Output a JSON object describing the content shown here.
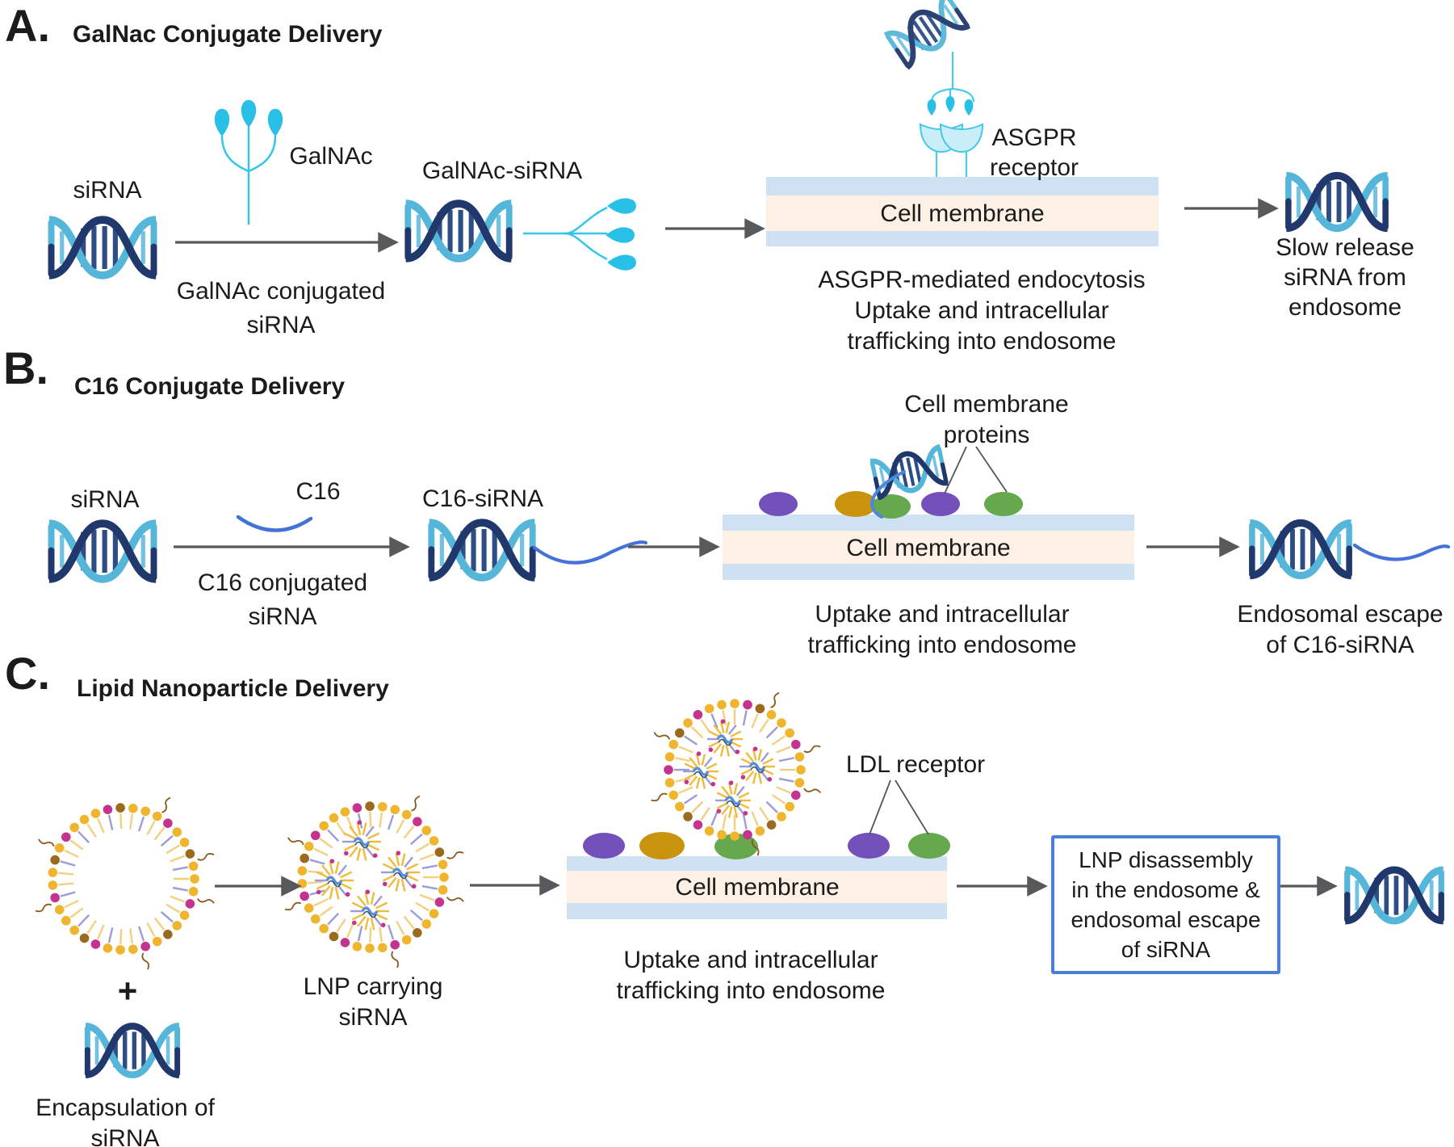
{
  "figure": {
    "a": {
      "panel": "A.",
      "title": "GalNac Conjugate Delivery",
      "sirna": "siRNA",
      "galnac": "GalNAc",
      "step": [
        "GalNAc conjugated",
        "siRNA"
      ],
      "conjugate": "GalNAc-siRNA",
      "membrane": "Cell membrane",
      "receptor": [
        "ASGPR",
        "receptor"
      ],
      "uptake": [
        "ASGPR-mediated endocytosis",
        "Uptake and intracellular",
        "trafficking into endosome"
      ],
      "result": [
        "Slow release",
        "siRNA from",
        "endosome"
      ]
    },
    "b": {
      "panel": "B.",
      "title": "C16 Conjugate Delivery",
      "sirna": "siRNA",
      "c16": "C16",
      "step": [
        "C16 conjugated",
        "siRNA"
      ],
      "conjugate": "C16-siRNA",
      "membrane": "Cell membrane",
      "proteins": [
        "Cell membrane",
        "proteins"
      ],
      "uptake": [
        "Uptake and intracellular",
        "trafficking into endosome"
      ],
      "result": [
        "Endosomal escape",
        "of C16-siRNA"
      ]
    },
    "c": {
      "panel": "C.",
      "title": "Lipid Nanoparticle Delivery",
      "plus": "+",
      "encapsulation": [
        "Encapsulation of",
        "siRNA"
      ],
      "lnp_label": [
        "LNP carrying",
        "siRNA"
      ],
      "membrane": "Cell membrane",
      "ldl": "LDL receptor",
      "uptake": [
        "Uptake and intracellular",
        "trafficking into endosome"
      ],
      "box": [
        "LNP disassembly",
        "in the endosome &",
        "endosomal escape",
        "of siRNA"
      ]
    },
    "colors": {
      "strand_dark": "#20386b",
      "strand_light": "#56b6da",
      "galnac_cyan": "#29c0e7",
      "receptor_fill": "#c9eef8",
      "membrane_blue": "#cfe2f4",
      "membrane_peach": "#fdf1e5",
      "c16_blue": "#4472d8",
      "protein_purple": "#7451ba",
      "protein_gold": "#c9930e",
      "protein_green": "#65a84e",
      "lipid_yellow": "#f0b52f",
      "lipid_magenta": "#c4338f",
      "lipid_brown": "#9a6a1e",
      "box_border": "#4a7fd4",
      "arrow_gray": "#58595b"
    }
  }
}
